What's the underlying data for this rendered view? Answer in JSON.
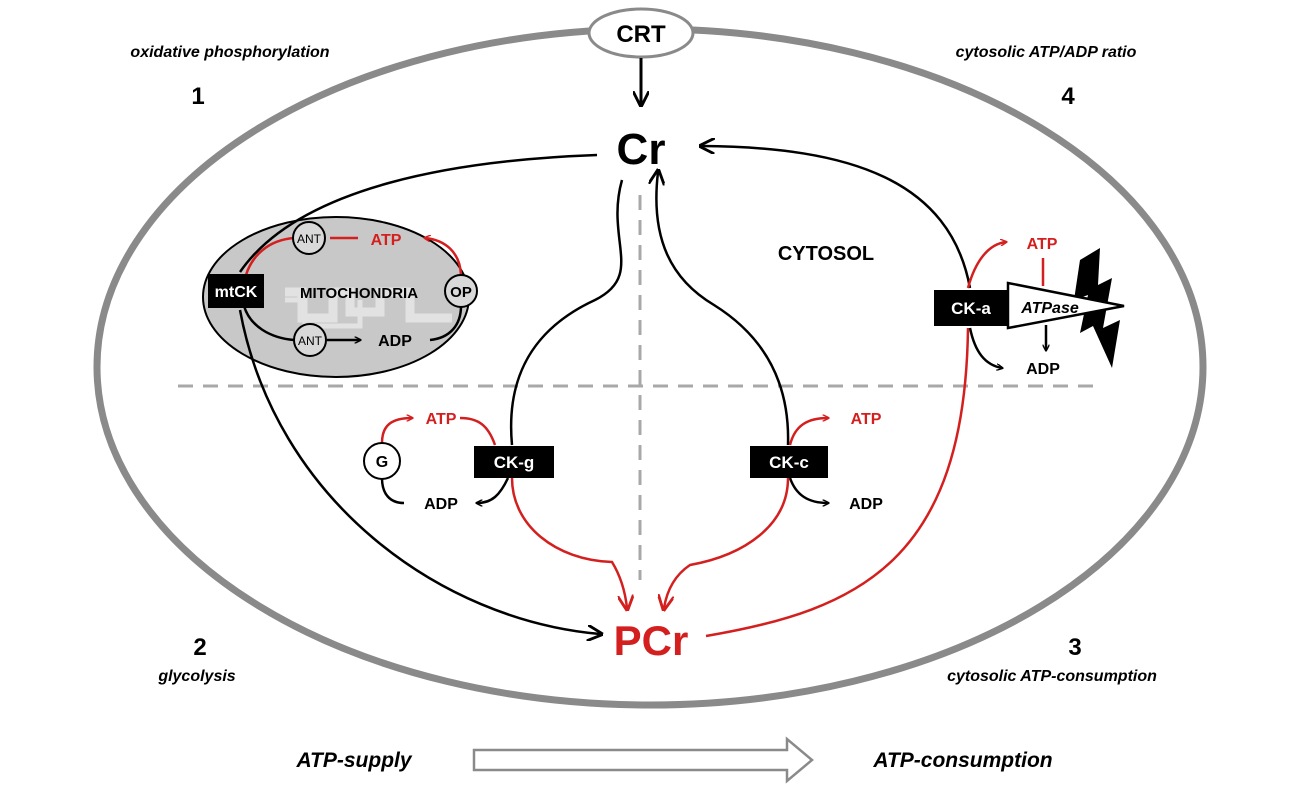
{
  "transporter": "CRT",
  "metabolites": {
    "cr": "Cr",
    "pcr": "PCr"
  },
  "compartments": {
    "cytosol": "CYTOSOL",
    "mitochondria": "MITOCHONDRIA"
  },
  "quadrants": [
    {
      "number": "1",
      "caption": "oxidative phosphorylation"
    },
    {
      "number": "2",
      "caption": "glycolysis"
    },
    {
      "number": "3",
      "caption": "cytosolic ATP-consumption"
    },
    {
      "number": "4",
      "caption": "cytosolic ATP/ADP ratio"
    }
  ],
  "enzymes": {
    "mtck": "mtCK",
    "ckg": "CK-g",
    "ckc": "CK-c",
    "cka": "CK-a",
    "atpase": "ATPase"
  },
  "mito_labels": {
    "ant": "ANT",
    "op": "OP",
    "atp": "ATP",
    "adp": "ADP"
  },
  "glyco_labels": {
    "g": "G",
    "atp": "ATP",
    "adp": "ADP"
  },
  "ckc_labels": {
    "atp": "ATP",
    "adp": "ADP"
  },
  "cka_labels": {
    "atp": "ATP",
    "adp": "ADP"
  },
  "footer": {
    "supply": "ATP-supply",
    "consumption": "ATP-consumption"
  },
  "colors": {
    "red": "#d41f1f",
    "black": "#000000",
    "outline_gray": "#8a8a8a",
    "mito_fill": "#c8c8c8",
    "dash_gray": "#a8a8a8"
  }
}
